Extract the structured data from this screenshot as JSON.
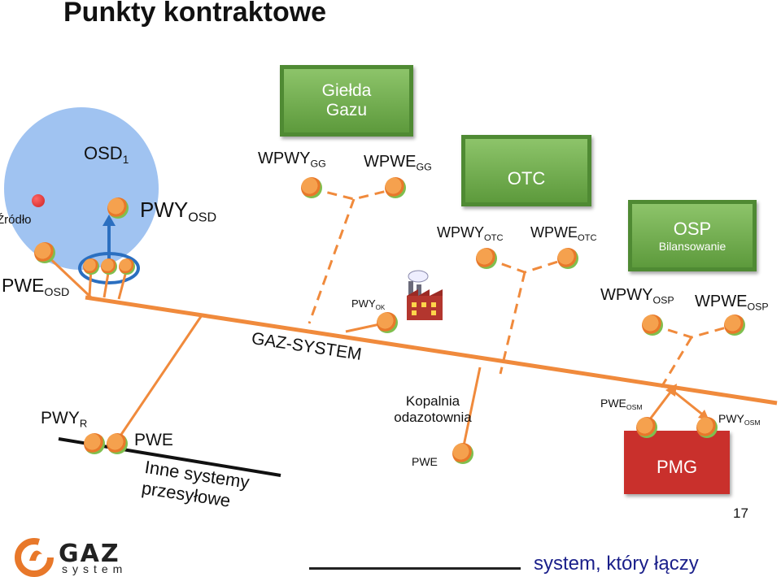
{
  "title": "Punkty kontraktowe",
  "osd": {
    "label": "OSD",
    "sub": "1"
  },
  "zrodlo": "Źródło",
  "pwy_osd": {
    "main": "PWY",
    "sub": "OSD"
  },
  "pwe_osd": {
    "main": "PWE",
    "sub": "OSD"
  },
  "gielda": {
    "line1": "Giełda",
    "line2": "Gazu"
  },
  "wpwy_gg": {
    "main": "WPWY",
    "sub": "GG"
  },
  "wpwe_gg": {
    "main": "WPWE",
    "sub": "GG"
  },
  "otc": "OTC",
  "wpwy_otc": {
    "main": "WPWY",
    "sub": "OTC"
  },
  "wpwe_otc": {
    "main": "WPWE",
    "sub": "OTC"
  },
  "osp": {
    "line1": "OSP",
    "line2": "Bilansowanie"
  },
  "pwy_ok": {
    "main": "PWY",
    "sub": "OK"
  },
  "wpwy_osp": {
    "main": "WPWY",
    "sub": "OSP"
  },
  "wpwe_osp": {
    "main": "WPWE",
    "sub": "OSP"
  },
  "gaz_system": "GAZ-SYSTEM",
  "pwy_r": {
    "main": "PWY",
    "sub": "R"
  },
  "pwe_left": "PWE",
  "inne": {
    "line1": "Inne systemy",
    "line2": "przesyłowe"
  },
  "kopalnia": {
    "line1": "Kopalnia",
    "line2": "odazotownia"
  },
  "pwe_kopalnia": "PWE",
  "pwe_osm": {
    "main": "PWE",
    "sub": "OSM"
  },
  "pwy_osm": {
    "main": "PWY",
    "sub": "OSM"
  },
  "pmg": "PMG",
  "page_number": "17",
  "logo": {
    "brand": "GAZ",
    "sub": "system"
  },
  "slogan": "system, który łączy",
  "colors": {
    "accent": "#f08a3c",
    "green": "#6aaa45",
    "red": "#d44",
    "slogan": "#1a1f8a",
    "pmg": "#c9302c"
  }
}
